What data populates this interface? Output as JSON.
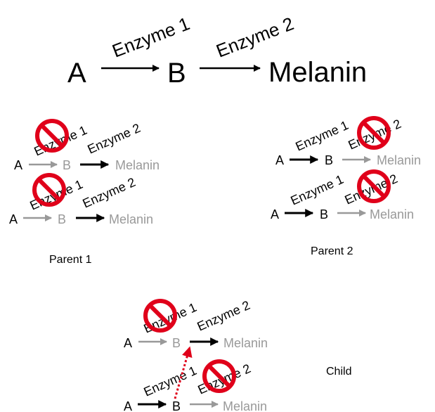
{
  "colors": {
    "active": "#000000",
    "inactive": "#999999",
    "block_ring": "#e0001a",
    "block_fill": "#ffffff",
    "crossover_arrow": "#e0001a"
  },
  "main_pathway": {
    "substrate": "A",
    "enzyme1": "Enzyme 1",
    "intermediate": "B",
    "enzyme2": "Enzyme 2",
    "product": "Melanin"
  },
  "parent1": {
    "label": "Parent 1",
    "allele1": {
      "substrate": "A",
      "enzyme1": "Enzyme 1",
      "intermediate": "B",
      "enzyme2": "Enzyme 2",
      "product": "Melanin",
      "blocked_enzyme": "Enzyme 1"
    },
    "allele2": {
      "substrate": "A",
      "enzyme1": "Enzyme 1",
      "intermediate": "B",
      "enzyme2": "Enzyme 2",
      "product": "Melanin",
      "blocked_enzyme": "Enzyme 1"
    }
  },
  "parent2": {
    "label": "Parent 2",
    "allele1": {
      "substrate": "A",
      "enzyme1": "Enzyme 1",
      "intermediate": "B",
      "enzyme2": "Enzyme 2",
      "product": "Melanin",
      "blocked_enzyme": "Enzyme 2"
    },
    "allele2": {
      "substrate": "A",
      "enzyme1": "Enzyme 1",
      "intermediate": "B",
      "enzyme2": "Enzyme 2",
      "product": "Melanin",
      "blocked_enzyme": "Enzyme 2"
    }
  },
  "child": {
    "label": "Child",
    "allele1": {
      "substrate": "A",
      "enzyme1": "Enzyme 1",
      "intermediate": "B",
      "enzyme2": "Enzyme 2",
      "product": "Melanin",
      "blocked_enzyme": "Enzyme 1"
    },
    "allele2": {
      "substrate": "A",
      "enzyme1": "Enzyme 1",
      "intermediate": "B",
      "enzyme2": "Enzyme 2",
      "product": "Melanin",
      "blocked_enzyme": "Enzyme 2"
    },
    "complementation_arrow": "B from the second pathway crosses over to enzyme 2 of the first pathway"
  }
}
